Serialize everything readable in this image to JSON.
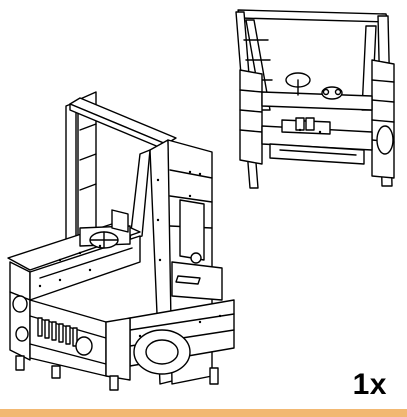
{
  "quantity_label": "1x",
  "accent_bar_color": "#f2b872",
  "illustrations": [
    {
      "name": "car-play-structure-front-view-illustration"
    },
    {
      "name": "car-play-structure-rear-view-illustration"
    }
  ]
}
